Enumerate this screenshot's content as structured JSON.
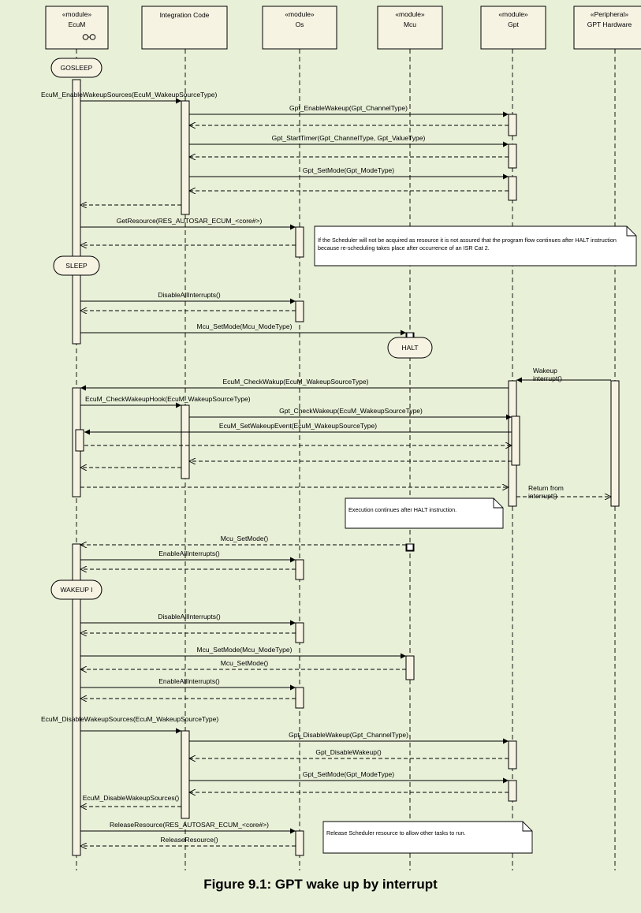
{
  "lifelines": [
    {
      "id": "ecum",
      "stereotype": "«module»",
      "name": "EcuM",
      "icon": "component-icon"
    },
    {
      "id": "int",
      "stereotype": "",
      "name": "Integration Code"
    },
    {
      "id": "os",
      "stereotype": "«module»",
      "name": "Os"
    },
    {
      "id": "mcu",
      "stereotype": "«module»",
      "name": "Mcu"
    },
    {
      "id": "gpt",
      "stereotype": "«module»",
      "name": "Gpt"
    },
    {
      "id": "hw",
      "stereotype": "«Peripheral»",
      "name": "GPT Hardware"
    }
  ],
  "states": [
    {
      "id": "gosleep",
      "label": "GOSLEEP"
    },
    {
      "id": "sleep",
      "label": "SLEEP"
    },
    {
      "id": "halt",
      "label": "HALT"
    },
    {
      "id": "wakeup",
      "label": "WAKEUP I"
    }
  ],
  "messages": [
    {
      "id": "m01",
      "label": "EcuM_EnableWakeupSources(EcuM_WakeupSourceType)",
      "from": "ecum",
      "to": "int",
      "kind": "call"
    },
    {
      "id": "m02",
      "label": "Gpt_EnableWakeup(Gpt_ChannelType)",
      "from": "int",
      "to": "gpt",
      "kind": "call"
    },
    {
      "id": "m03",
      "label": "",
      "from": "gpt",
      "to": "int",
      "kind": "return"
    },
    {
      "id": "m04",
      "label": "Gpt_StartTimer(Gpt_ChannelType, Gpt_ValueType)",
      "from": "int",
      "to": "gpt",
      "kind": "call"
    },
    {
      "id": "m05",
      "label": "",
      "from": "gpt",
      "to": "int",
      "kind": "return"
    },
    {
      "id": "m06",
      "label": "Gpt_SetMode(Gpt_ModeType)",
      "from": "int",
      "to": "gpt",
      "kind": "call"
    },
    {
      "id": "m07",
      "label": "",
      "from": "gpt",
      "to": "int",
      "kind": "return"
    },
    {
      "id": "m08",
      "label": "",
      "from": "int",
      "to": "ecum",
      "kind": "return"
    },
    {
      "id": "m09",
      "label": "GetResource(RES_AUTOSAR_ECUM_<core#>)",
      "from": "ecum",
      "to": "os",
      "kind": "call"
    },
    {
      "id": "m10",
      "label": "",
      "from": "os",
      "to": "ecum",
      "kind": "return"
    },
    {
      "id": "m11",
      "label": "DisableAllInterrupts()",
      "from": "ecum",
      "to": "os",
      "kind": "call"
    },
    {
      "id": "m12",
      "label": "",
      "from": "os",
      "to": "ecum",
      "kind": "return"
    },
    {
      "id": "m13",
      "label": "Mcu_SetMode(Mcu_ModeType)",
      "from": "ecum",
      "to": "mcu",
      "kind": "call"
    },
    {
      "id": "m14",
      "label": "EcuM_CheckWakup(EcuM_WakeupSourceType)",
      "from": "gpt",
      "to": "ecum",
      "kind": "call"
    },
    {
      "id": "m15",
      "label": "EcuM_CheckWakeupHook(EcuM_WakeupSourceType)",
      "from": "ecum",
      "to": "int",
      "kind": "call"
    },
    {
      "id": "m16",
      "label": "Gpt_CheckWakeup(EcuM_WakeupSourceType)",
      "from": "int",
      "to": "gpt",
      "kind": "call"
    },
    {
      "id": "m17",
      "label": "EcuM_SetWakeupEvent(EcuM_WakeupSourceType)",
      "from": "gpt",
      "to": "ecum",
      "kind": "call"
    },
    {
      "id": "m18",
      "label": "",
      "from": "ecum",
      "to": "gpt",
      "kind": "return"
    },
    {
      "id": "m19",
      "label": "",
      "from": "gpt",
      "to": "int",
      "kind": "return"
    },
    {
      "id": "m20",
      "label": "",
      "from": "int",
      "to": "ecum",
      "kind": "return"
    },
    {
      "id": "m21",
      "label": "",
      "from": "ecum",
      "to": "gpt",
      "kind": "return"
    },
    {
      "id": "m22",
      "label": "Return from interrupt()",
      "from": "gpt",
      "to": "hw",
      "kind": "return"
    },
    {
      "id": "m23",
      "label": "Wakeup interrupt()",
      "from": "hw",
      "to": "gpt",
      "kind": "call"
    },
    {
      "id": "m24",
      "label": "Mcu_SetMode()",
      "from": "mcu",
      "to": "ecum",
      "kind": "return"
    },
    {
      "id": "m25",
      "label": "EnableAllInterrupts()",
      "from": "ecum",
      "to": "os",
      "kind": "call"
    },
    {
      "id": "m26",
      "label": "",
      "from": "os",
      "to": "ecum",
      "kind": "return"
    },
    {
      "id": "m27",
      "label": "DisableAllInterrupts()",
      "from": "ecum",
      "to": "os",
      "kind": "call"
    },
    {
      "id": "m28",
      "label": "",
      "from": "os",
      "to": "ecum",
      "kind": "return"
    },
    {
      "id": "m29",
      "label": "Mcu_SetMode(Mcu_ModeType)",
      "from": "ecum",
      "to": "mcu",
      "kind": "call"
    },
    {
      "id": "m30",
      "label": "Mcu_SetMode()",
      "from": "mcu",
      "to": "ecum",
      "kind": "return"
    },
    {
      "id": "m31",
      "label": "EnableAllInterrupts()",
      "from": "ecum",
      "to": "os",
      "kind": "call"
    },
    {
      "id": "m32",
      "label": "",
      "from": "os",
      "to": "ecum",
      "kind": "return"
    },
    {
      "id": "m33",
      "label": "EcuM_DisableWakeupSources(EcuM_WakeupSourceType)",
      "from": "ecum",
      "to": "int",
      "kind": "call"
    },
    {
      "id": "m34",
      "label": "Gpt_DisableWakeup(Gpt_ChannelType)",
      "from": "int",
      "to": "gpt",
      "kind": "call"
    },
    {
      "id": "m35",
      "label": "Gpt_DisableWakeup()",
      "from": "gpt",
      "to": "int",
      "kind": "return"
    },
    {
      "id": "m36",
      "label": "Gpt_SetMode(Gpt_ModeType)",
      "from": "int",
      "to": "gpt",
      "kind": "call"
    },
    {
      "id": "m37",
      "label": "",
      "from": "gpt",
      "to": "int",
      "kind": "return"
    },
    {
      "id": "m38",
      "label": "EcuM_DisableWakeupSources()",
      "from": "int",
      "to": "ecum",
      "kind": "return"
    },
    {
      "id": "m39",
      "label": "ReleaseResource(RES_AUTOSAR_ECUM_<core#>)",
      "from": "ecum",
      "to": "os",
      "kind": "call"
    },
    {
      "id": "m40",
      "label": "ReleaseResource()",
      "from": "os",
      "to": "ecum",
      "kind": "return"
    }
  ],
  "notes": [
    {
      "id": "n1",
      "text": "If the Scheduler will not be acquired as resource it is not assured that the program flow continues after HALT instruction because re-scheduling takes place after occurrence of an ISR Cat 2."
    },
    {
      "id": "n2",
      "text": "Execution continues after HALT instruction."
    },
    {
      "id": "n3",
      "text": "Release Scheduler resource to allow other tasks to run."
    }
  ],
  "caption": "Figure 9.1: GPT wake up by interrupt"
}
